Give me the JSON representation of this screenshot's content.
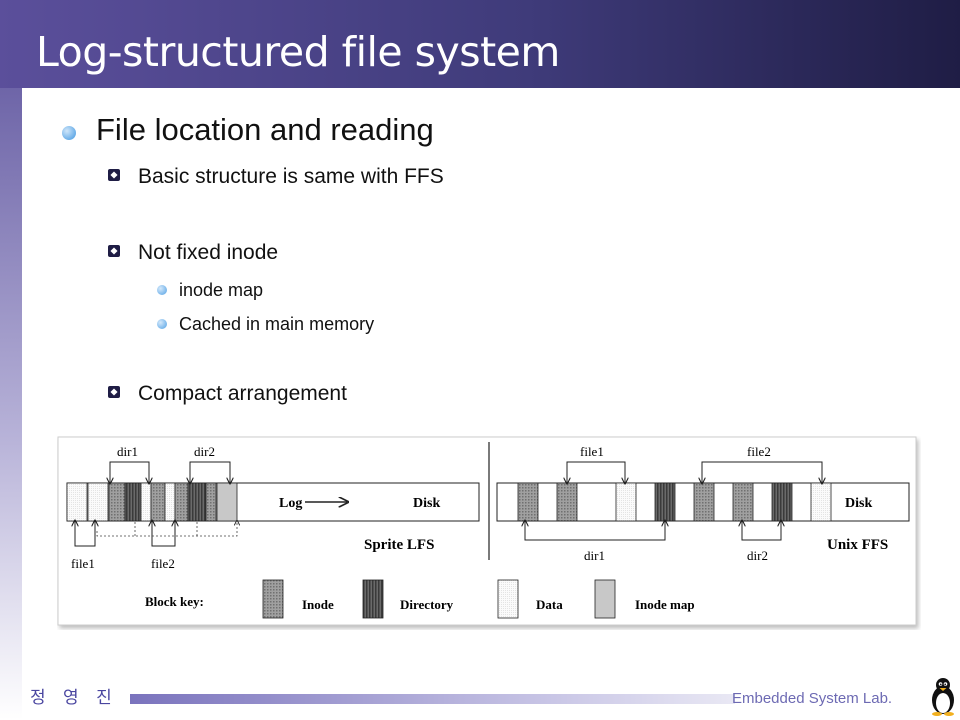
{
  "slide": {
    "title": "Log-structured file system",
    "bullet1": "File location and reading",
    "sub1": "Basic structure is same with FFS",
    "sub2": "Not fixed inode",
    "sub2_items": [
      "inode map",
      "Cached in main memory"
    ],
    "sub3": "Compact arrangement"
  },
  "figure": {
    "lfs": {
      "top_labels": [
        "dir1",
        "dir2"
      ],
      "log_label": "Log",
      "disk_label": "Disk",
      "bottom_labels": [
        "file1",
        "file2"
      ],
      "name": "Sprite LFS"
    },
    "ffs": {
      "top_labels": [
        "file1",
        "file2"
      ],
      "disk_label": "Disk",
      "bottom_labels": [
        "dir1",
        "dir2"
      ],
      "name": "Unix FFS"
    },
    "key": {
      "title": "Block key:",
      "items": [
        "Inode",
        "Directory",
        "Data",
        "Inode map"
      ]
    }
  },
  "footer": {
    "author": "정 영 진",
    "lab": "Embedded System Lab."
  },
  "colors": {
    "header_dark": "#1f1d45",
    "header_light": "#5b4f9b",
    "bullet_blue": "#6aaee8",
    "footer_text": "#6d6ab3"
  }
}
